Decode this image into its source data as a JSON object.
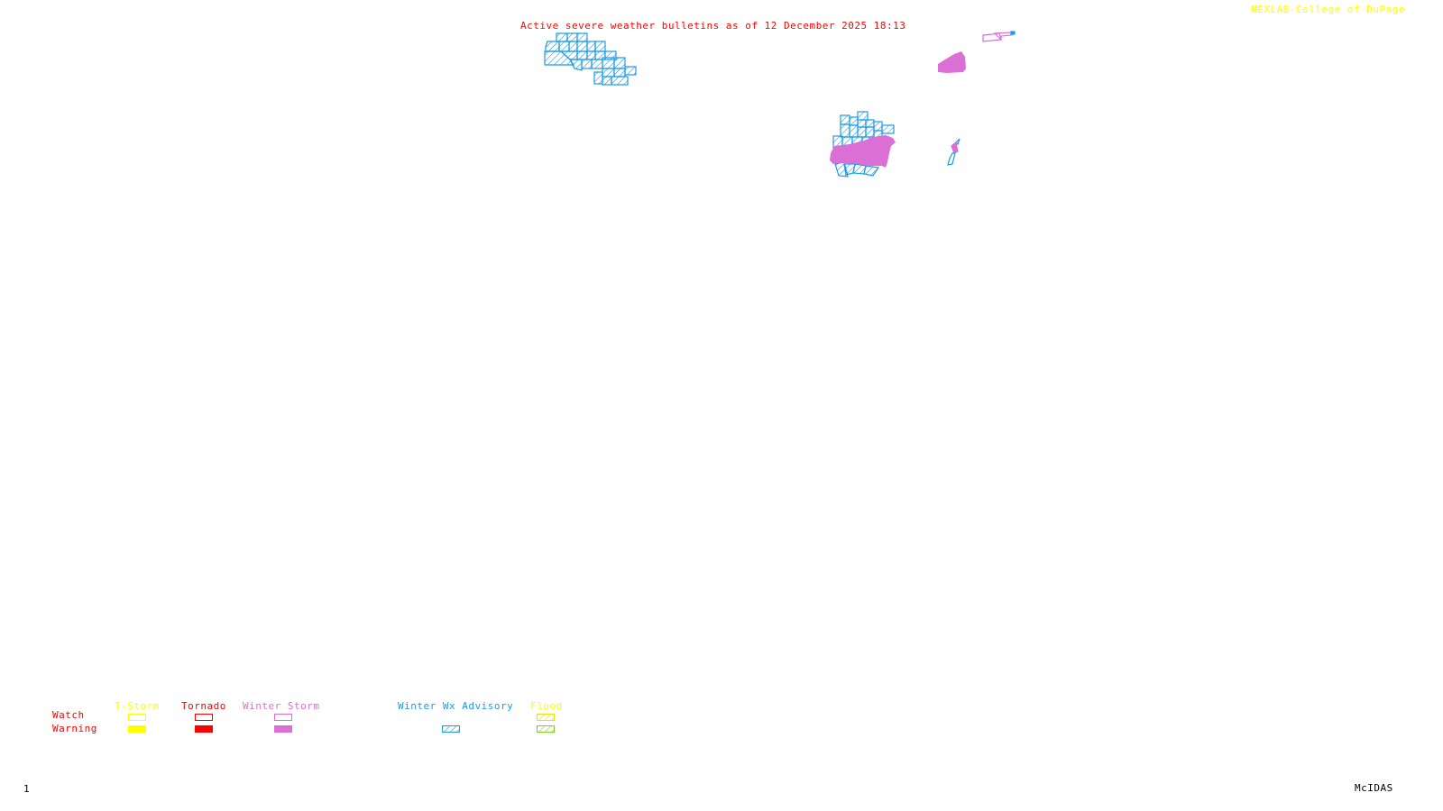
{
  "header": {
    "title": "Active severe weather bulletins as of 12 December 2025 18:13",
    "credit": "NEXLAB-College of DuPage"
  },
  "colors": {
    "title": "#ff0000",
    "credit": "#ffff00",
    "tstorm": "#ffff00",
    "tornado": "#ff0000",
    "winter_storm": "#da70d6",
    "winter_wx_advisory": "#1e9be6",
    "flood_watch": "#e6e600",
    "flood_warning": "#7fd320"
  },
  "legend": {
    "row_labels": {
      "watch": "Watch",
      "warning": "Warning"
    },
    "categories": [
      {
        "key": "tstorm",
        "label": "T-Storm",
        "watch": "outline",
        "warning": "solid"
      },
      {
        "key": "tornado",
        "label": "Tornado",
        "watch": "outline",
        "warning": "solid"
      },
      {
        "key": "winter_storm",
        "label": "Winter Storm",
        "watch": "outline",
        "warning": "solid"
      },
      {
        "key": "winter_wx_advisory",
        "label": "Winter Wx Advisory",
        "watch": "none",
        "warning": "hatched"
      },
      {
        "key": "flood",
        "label": "Flood",
        "watch": "hatched",
        "warning": "hatched"
      }
    ]
  },
  "footer": {
    "frame_number": "1",
    "software": "McIDAS"
  },
  "map": {
    "areas": [
      {
        "name": "advisory-cluster-northwest",
        "type": "winter_wx_advisory"
      },
      {
        "name": "advisory-cluster-central",
        "type": "winter_wx_advisory"
      },
      {
        "name": "winter-storm-warning-central",
        "type": "winter_storm"
      },
      {
        "name": "winter-storm-warning-northeast",
        "type": "winter_storm"
      },
      {
        "name": "winter-storm-watch-northeast",
        "type": "winter_storm"
      },
      {
        "name": "advisory-strip-east",
        "type": "winter_wx_advisory"
      }
    ]
  }
}
